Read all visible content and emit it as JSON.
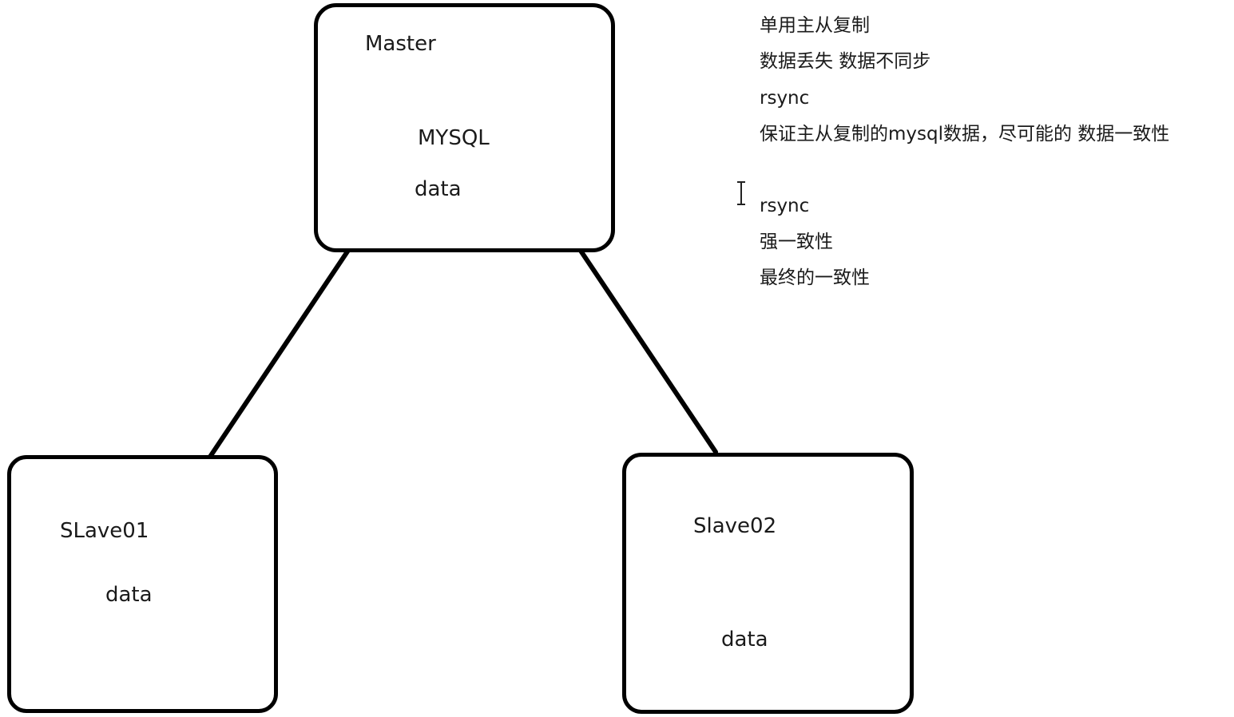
{
  "diagram": {
    "master": {
      "title": "Master",
      "line1": "MYSQL",
      "line2": "data"
    },
    "slave01": {
      "title": "SLave01",
      "line1": "data"
    },
    "slave02": {
      "title": "Slave02",
      "line1": "data"
    }
  },
  "notes": [
    "单用主从复制",
    "数据丢失  数据不同步",
    "rsync",
    "保证主从复制的mysql数据，尽可能的 数据一致性",
    "",
    "rsync",
    "强一致性",
    "最终的一致性"
  ],
  "colors": {
    "stroke": "#000000",
    "text": "#1a1a1a",
    "background": "#ffffff"
  },
  "icons": {
    "cursor": "text-cursor-icon"
  }
}
